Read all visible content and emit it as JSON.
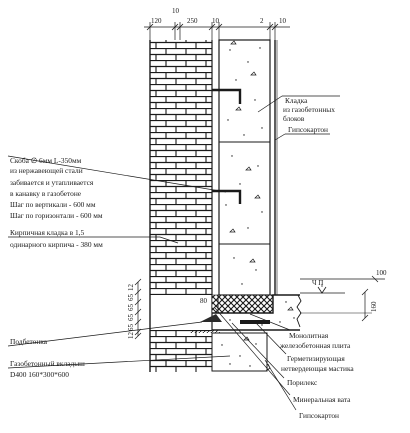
{
  "top_dims": {
    "d120": "120",
    "d10a": "10",
    "d250": "250",
    "d10b": "10",
    "d2": "2",
    "d10c": "10"
  },
  "right_dims": {
    "level": "Ч П",
    "d100": "100",
    "d160": "160"
  },
  "left_dims": [
    "12",
    "65",
    "65",
    "65",
    "65",
    "12"
  ],
  "small_dim": "80",
  "labels": {
    "gasblock_1": "Кладка",
    "gasblock_2": "из газобетонных",
    "gasblock_3": "блоков",
    "drywall_top": "Гипсокартон",
    "bracket_1": "Скоба ∅ 6мм L-350мм",
    "bracket_2": "из нержавеющей стали",
    "bracket_3": "забивается и утапливается",
    "bracket_4": "в канавку в газобетоне",
    "bracket_5": "Шаг по вертикали - 600 мм",
    "bracket_6": "Шаг по горизонтали - 600 мм",
    "brick_1": "Кирпичная кладка в 1,5",
    "brick_2": "одинарного кирпича - 380 мм",
    "slab_1": "Монолитная",
    "slab_2": "железобетонная плита",
    "mastic_1": "Герметизирующая",
    "mastic_2": "нетвердеющая мастика",
    "foam": "Порилекс",
    "wool": "Минеральная вата",
    "drywall_bottom": "Гипсокартон",
    "sill": "Подбетонка",
    "insert_1": "Газобетонный вкладыш",
    "insert_2": "D400 160*300*600"
  }
}
